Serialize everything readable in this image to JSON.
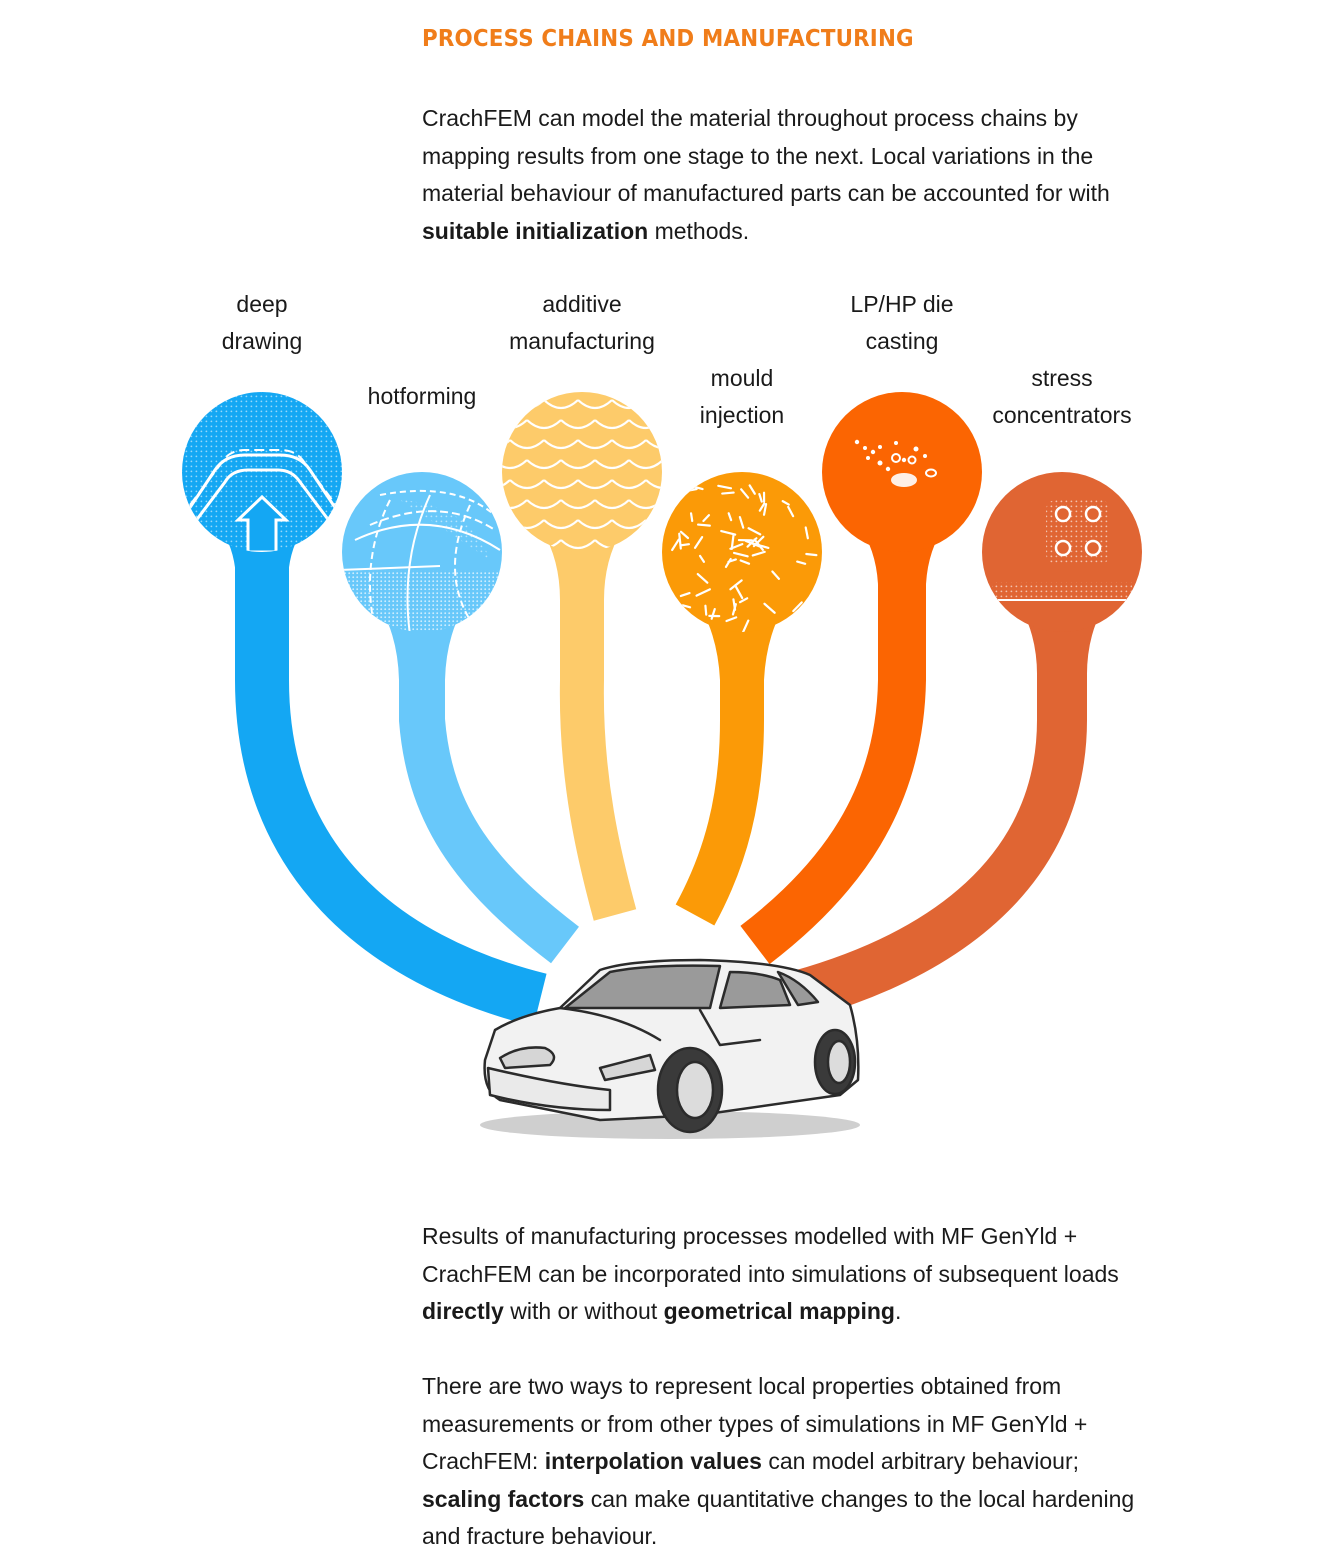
{
  "heading": "PROCESS CHAINS AND MANUFACTURING",
  "intro": {
    "l1": "CrachFEM can model the material throughout process chains by",
    "l2": "mapping results from one stage to the next. Local variations in the",
    "l3": "material behaviour of manufactured parts can be accounted for with",
    "l4_bold": "suitable initialization",
    "l4_rest": " methods."
  },
  "processes": [
    {
      "line1": "deep",
      "line2": "drawing",
      "color": "#14a7f3"
    },
    {
      "line1": "hotforming",
      "line2": "",
      "color": "#68c8fa"
    },
    {
      "line1": "additive",
      "line2": "manufacturing",
      "color": "#fdcb6a"
    },
    {
      "line1": "mould",
      "line2": "injection",
      "color": "#fb9a07"
    },
    {
      "line1": "LP/HP die",
      "line2": "casting",
      "color": "#fb6502"
    },
    {
      "line1": "stress",
      "line2": "concentrators",
      "color": "#e06533"
    }
  ],
  "results": {
    "l1": "Results of manufacturing processes modelled with MF GenYld +",
    "l2": "CrachFEM can be incorporated into simulations of subsequent loads",
    "l3_bold1": "directly",
    "l3_mid": " with or without ",
    "l3_bold2": "geometrical mapping",
    "l3_end": "."
  },
  "ways": {
    "l1": "There are two ways to represent local properties obtained from",
    "l2": "measurements or from other types of simulations in MF GenYld +",
    "l3_start": "CrachFEM: ",
    "l3_bold": "interpolation values",
    "l3_rest": " can model arbitrary behaviour;",
    "l4_bold": "scaling factors",
    "l4_rest": " can make quantitative changes to the local hardening",
    "l5": "and fracture behaviour."
  }
}
